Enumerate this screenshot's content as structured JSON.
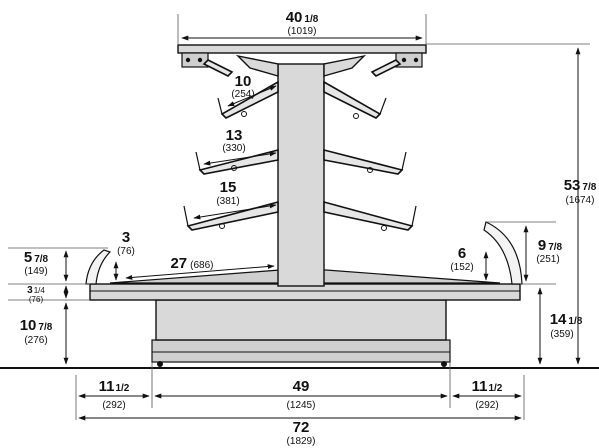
{
  "diagram": {
    "dimensions": {
      "top_width": {
        "big": "40",
        "frac": "1/8",
        "mm": "(1019)"
      },
      "overall_height": {
        "big": "53",
        "frac": "7/8",
        "mm": "(1674)"
      },
      "shelf_top": {
        "big": "10",
        "frac": "",
        "mm": "(254)"
      },
      "shelf_second": {
        "big": "13",
        "frac": "",
        "mm": "(330)"
      },
      "shelf_third": {
        "big": "15",
        "frac": "",
        "mm": "(381)"
      },
      "deck_depth": {
        "big": "27",
        "frac": "",
        "mm": "(686)"
      },
      "left_front_gap": {
        "big": "3",
        "frac": "",
        "mm": "(76)"
      },
      "left_guard_height": {
        "big": "5",
        "frac": "7/8",
        "mm": "(149)"
      },
      "deck_thickness": {
        "big": "3",
        "frac": "1/4",
        "mm": "(76)"
      },
      "base_height_left": {
        "big": "10",
        "frac": "7/8",
        "mm": "(276)"
      },
      "right_inner_height": {
        "big": "6",
        "frac": "",
        "mm": "(152)"
      },
      "right_guard_height": {
        "big": "9",
        "frac": "7/8",
        "mm": "(251)"
      },
      "base_height_right": {
        "big": "14",
        "frac": "1/8",
        "mm": "(359)"
      },
      "left_overhang": {
        "big": "11",
        "frac": "1/2",
        "mm": "(292)"
      },
      "base_width": {
        "big": "49",
        "frac": "",
        "mm": "(1245)"
      },
      "right_overhang": {
        "big": "11",
        "frac": "1/2",
        "mm": "(292)"
      },
      "overall_width": {
        "big": "72",
        "frac": "",
        "mm": "(1829)"
      }
    }
  }
}
